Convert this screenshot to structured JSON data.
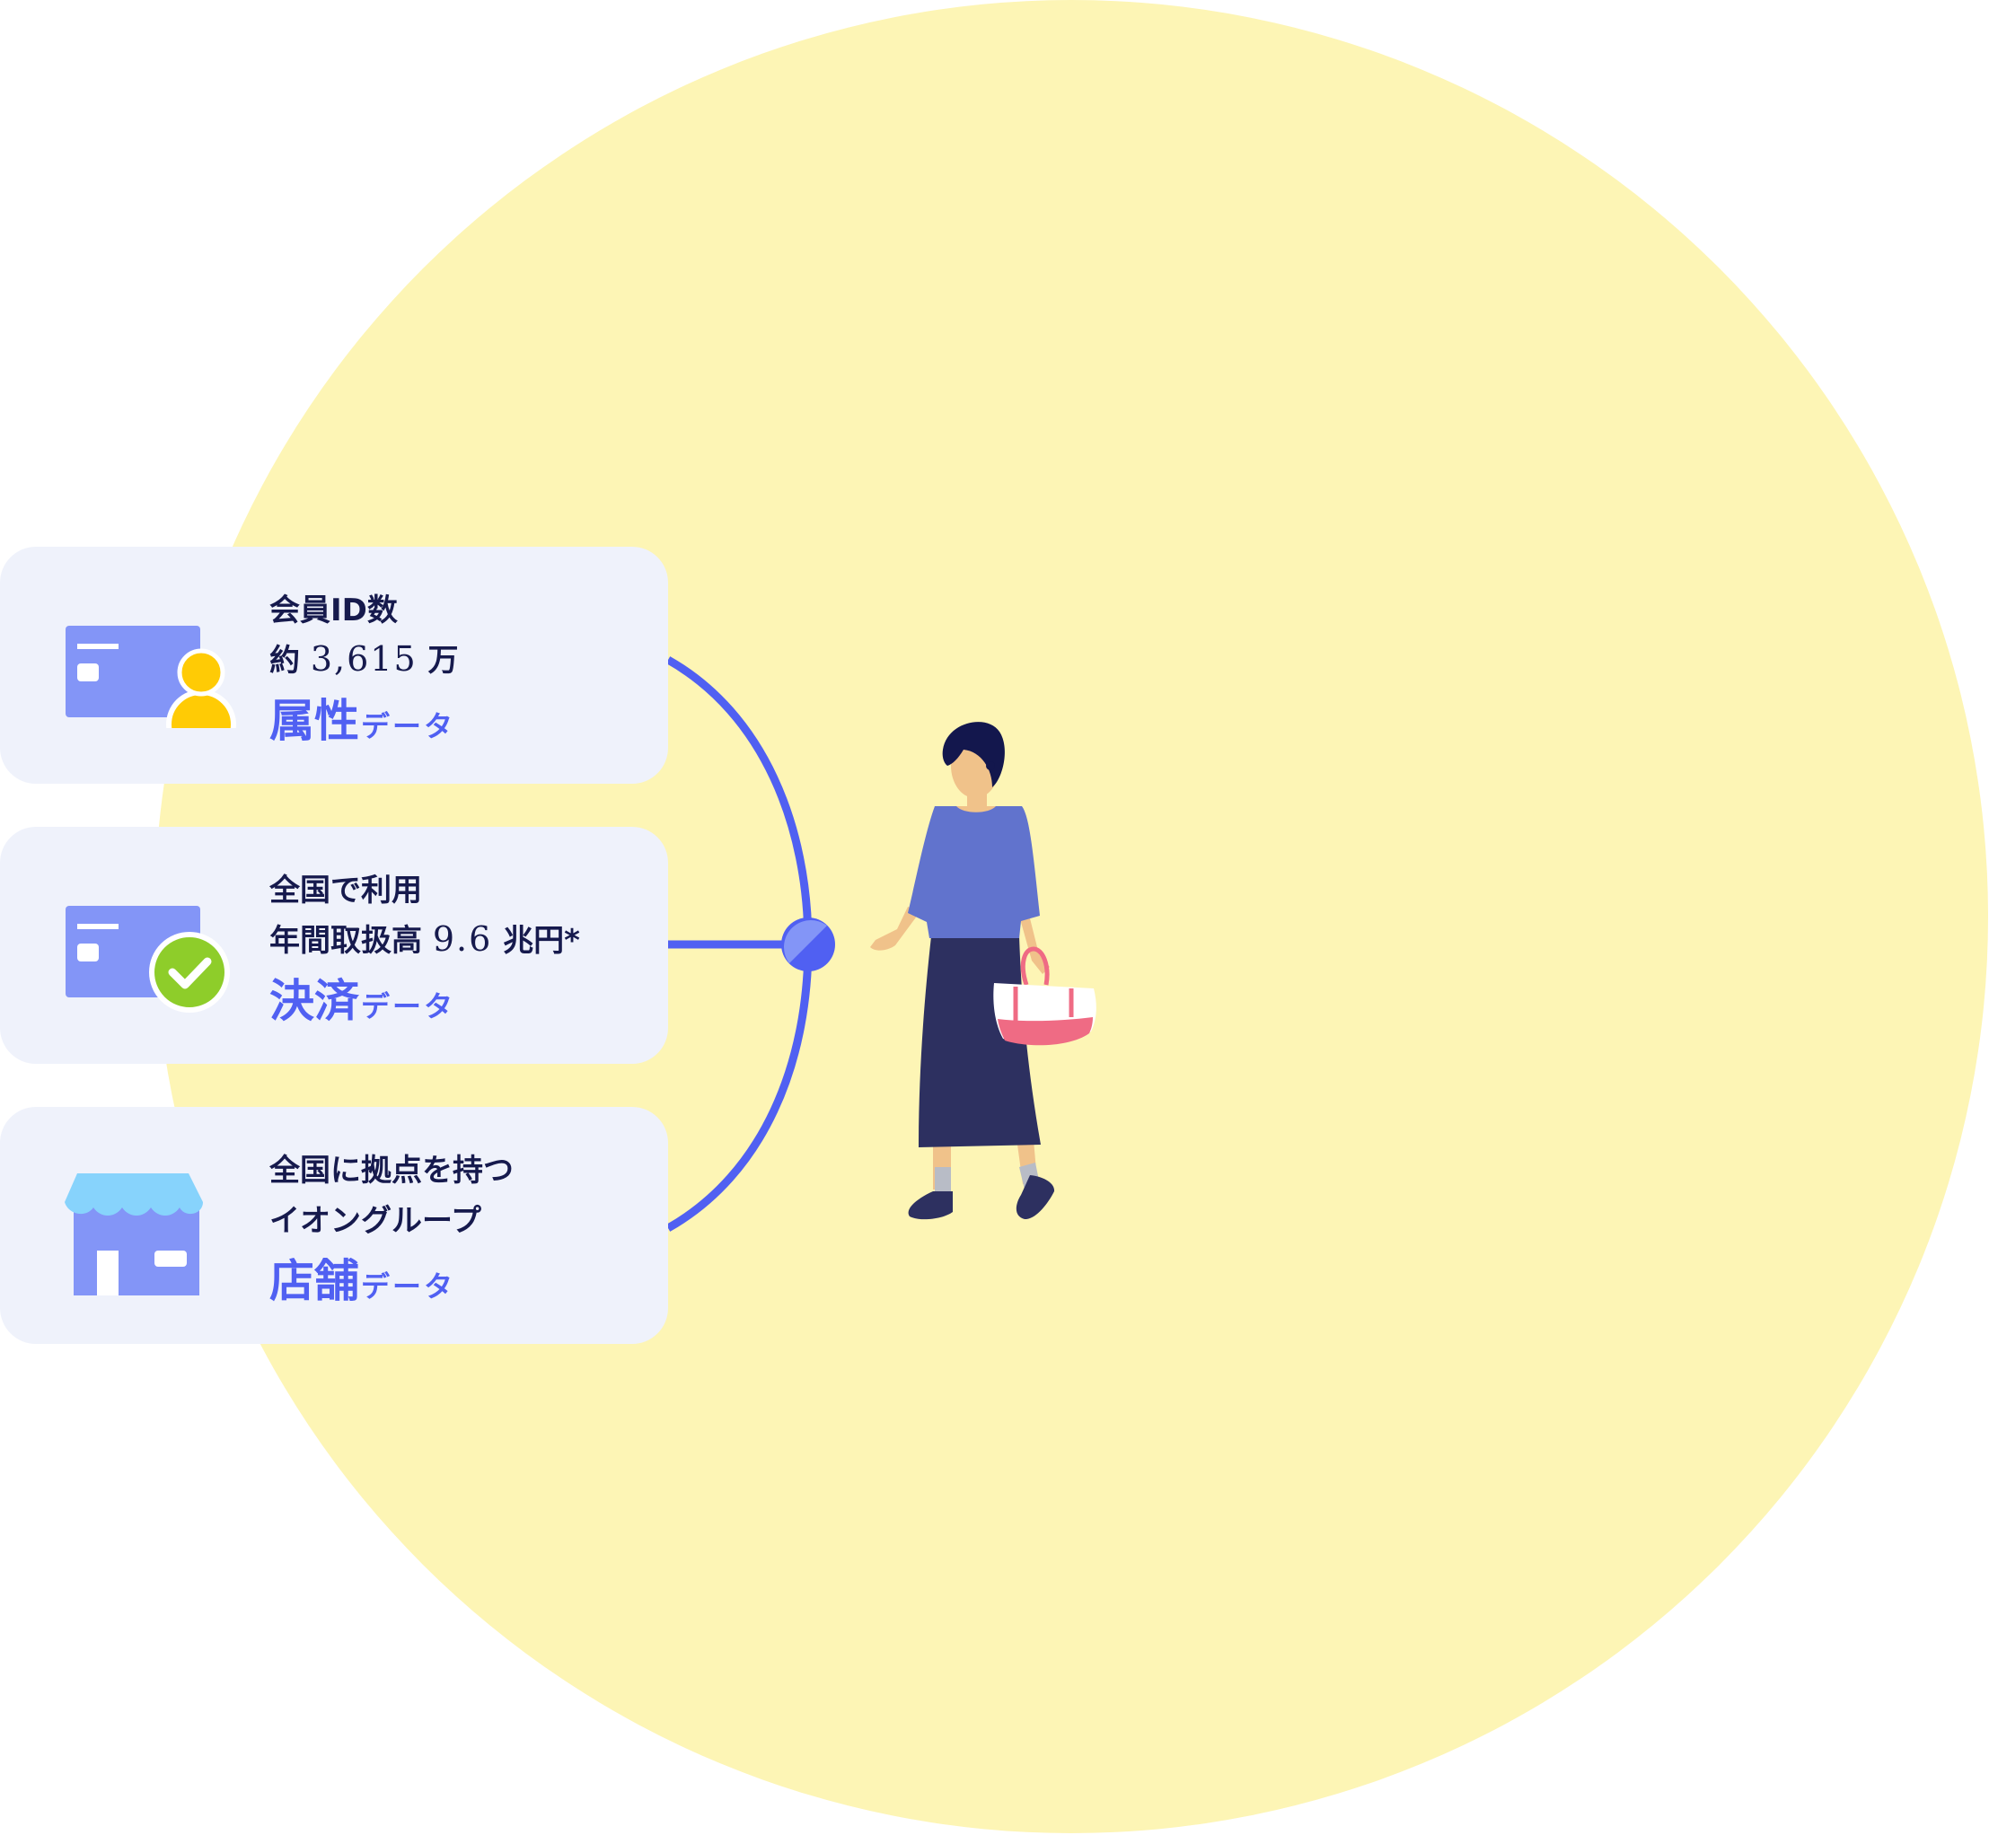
{
  "cards": [
    {
      "line1": "会員ID数",
      "line2_prefix": "約",
      "line2_value": "3,615",
      "line2_suffix": "万",
      "category": "属性",
      "category_sub": "データ",
      "icon": "member-card-person-icon"
    },
    {
      "line1": "全国で利用",
      "line2_prefix": "年間取扱高",
      "line2_value": "9.6",
      "line2_suffix": "兆円*",
      "category": "決済",
      "category_sub": "データ",
      "icon": "card-check-icon"
    },
    {
      "line1": "全国に拠点を持つ",
      "line2_prefix": "イオングループ",
      "line2_value": "",
      "line2_suffix": "",
      "category": "店舗",
      "category_sub": "データ",
      "icon": "store-icon"
    }
  ],
  "colors": {
    "circle": "#fdf5b5",
    "card_bg": "#eff2fb",
    "accent": "#5060f2",
    "text_dark": "#161a4d"
  },
  "illustration": "person-with-tote-bag"
}
